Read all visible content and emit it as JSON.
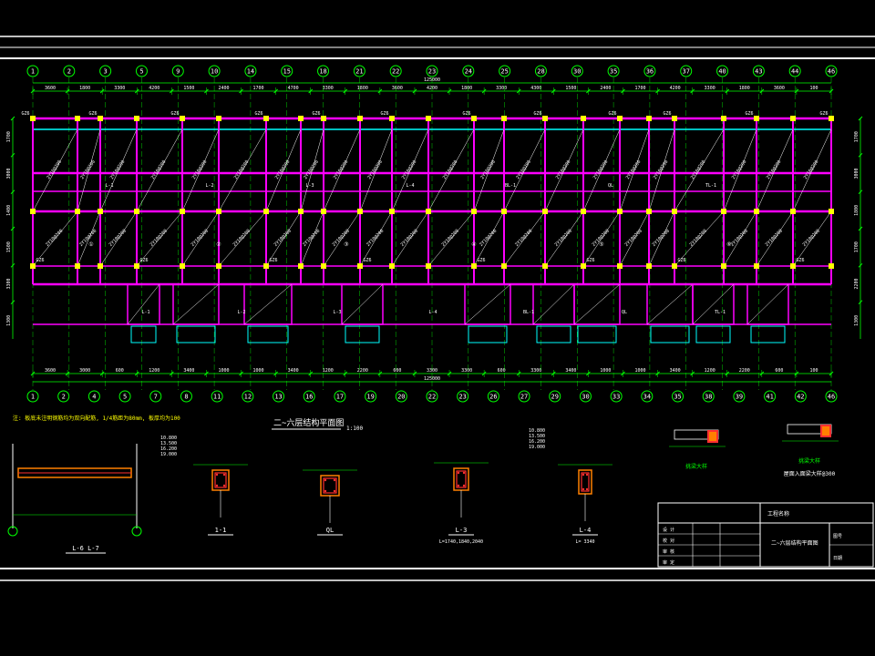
{
  "colors": {
    "background": "#000000",
    "frame": "#ffffff",
    "axis_line": "#00ff00",
    "dimension": "#00ff00",
    "beam": "#ff00ff",
    "wall": "#00ffff",
    "column": "#ffff00",
    "slab_note": "#ffffff",
    "detail_fill": "#ff3030",
    "detail_hatch": "#ff8000",
    "title_text": "#ffffff"
  },
  "grid_axes_top": [
    "1",
    "2",
    "3",
    "5",
    "9",
    "10",
    "14",
    "15",
    "18",
    "21",
    "22",
    "23",
    "24",
    "25",
    "28",
    "30",
    "35",
    "36",
    "37",
    "40",
    "43",
    "44",
    "46"
  ],
  "grid_axes_bottom": [
    "1",
    "2",
    "4",
    "5",
    "7",
    "8",
    "11",
    "12",
    "13",
    "16",
    "17",
    "19",
    "20",
    "22",
    "23",
    "26",
    "27",
    "29",
    "30",
    "33",
    "34",
    "35",
    "38",
    "39",
    "41",
    "42",
    "46"
  ],
  "top_dims": [
    "3600",
    "1800",
    "3300",
    "4200",
    "1500",
    "2400",
    "1700",
    "4700",
    "3300",
    "1800",
    "3600",
    "4200",
    "1800",
    "3300",
    "4300",
    "1500",
    "2400",
    "1700",
    "4200",
    "3300",
    "1800",
    "3600",
    "100"
  ],
  "bottom_dims": [
    "3600",
    "3000",
    "600",
    "1200",
    "3400",
    "1000",
    "1000",
    "3400",
    "1200",
    "2200",
    "600",
    "3300",
    "3300",
    "600",
    "3300",
    "3400",
    "1000",
    "1000",
    "3400",
    "1200",
    "2200",
    "600",
    "100"
  ],
  "total_dim": "125000",
  "row_dims_left": [
    "1700",
    "3000",
    "1400",
    "1500",
    "3300",
    "1300"
  ],
  "row_dims_right": [
    "1700",
    "3000",
    "1800",
    "1700",
    "2200",
    "1300"
  ],
  "plan": {
    "column_tag": "GZ6",
    "beam_tags": [
      "L-1",
      "L-2",
      "L-3",
      "L-4",
      "BL-1",
      "QL",
      "TL-1"
    ],
    "room_marks": [
      "①",
      "②",
      "③",
      "④",
      "⑤",
      "⑥"
    ],
    "slab_note": "2Y10@200"
  },
  "notes": {
    "general": "注: 板底未注明钢筋均为双向配筋, 1/4筋距为80mm, 板厚均为100",
    "plan_title": "二~六层结构平面图",
    "plan_scale": "1:100"
  },
  "details": [
    {
      "label": "L-6 L-7",
      "sub": ""
    },
    {
      "label": "1-1",
      "sub": ""
    },
    {
      "label": "QL",
      "sub": ""
    },
    {
      "label": "L-3",
      "sub": "L=1740,1840,2040"
    },
    {
      "label": "L-4",
      "sub": "L= 3340"
    },
    {
      "label": "挑梁大样",
      "sub": ""
    },
    {
      "label": "挑梁大样",
      "sub": "屋面入面梁大样@300"
    }
  ],
  "elevations": [
    "10.800",
    "13.500",
    "16.200",
    "19.000"
  ],
  "title_block": {
    "project": "工程名称",
    "drawing": "二~六层结构平面图",
    "rows": [
      "设 计",
      "校 对",
      "审 核",
      "审 定"
    ],
    "no_label": "图号",
    "date_label": "日期"
  }
}
